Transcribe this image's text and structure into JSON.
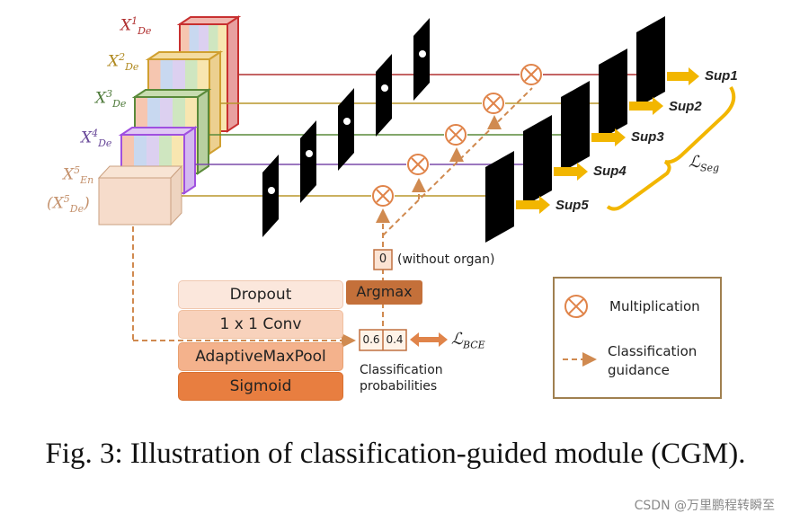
{
  "inputs": {
    "x_de1": {
      "base": "X",
      "sup": "1",
      "sub": "De",
      "color": "#b03030"
    },
    "x_de2": {
      "base": "X",
      "sup": "2",
      "sub": "De",
      "color": "#b08a20"
    },
    "x_de3": {
      "base": "X",
      "sup": "3",
      "sub": "De",
      "color": "#4e7a3a"
    },
    "x_de4": {
      "base": "X",
      "sup": "4",
      "sub": "De",
      "color": "#6a4a9a"
    },
    "x_en5": {
      "base": "X",
      "sup": "5",
      "sub": "En",
      "color": "#c4916c"
    },
    "x_de5_paren": {
      "base": "X",
      "sup": "5",
      "sub": "De",
      "color": "#c4916c",
      "open": "(",
      "close": ")"
    }
  },
  "supervision": {
    "sup1": "Sup1",
    "sup2": "Sup2",
    "sup3": "Sup3",
    "sup4": "Sup4",
    "sup5": "Sup5",
    "l_seg_main": "ℒ",
    "l_seg_sub": "Seg"
  },
  "classifier": {
    "dropout": "Dropout",
    "conv": "1 x 1 Conv",
    "pool": "AdaptiveMaxPool",
    "sigmoid": "Sigmoid",
    "argmax": "Argmax",
    "zero_value": "0",
    "without_organ": "(without organ)",
    "prob_a": "0.6",
    "prob_b": "0.4",
    "l_bce_main": "ℒ",
    "l_bce_sub": "BCE",
    "prob_caption_line1": "Classification",
    "prob_caption_line2": "probabilities"
  },
  "legend": {
    "multiplication": "Multiplication",
    "guidance_line1": "Classification",
    "guidance_line2": "guidance"
  },
  "caption": "Fig. 3: Illustration of classification-guided module (CGM).",
  "watermark": "CSDN @万里鹏程转瞬至",
  "colors": {
    "red_line": "#b03030",
    "gold_line": "#b8962a",
    "green_line": "#5a8a3a",
    "purple_line": "#7a4aaa",
    "guide_orange": "#d08a50",
    "arrow_yellow": "#f2b600",
    "circle_orange": "#e0844a",
    "legend_border": "#a08050"
  }
}
